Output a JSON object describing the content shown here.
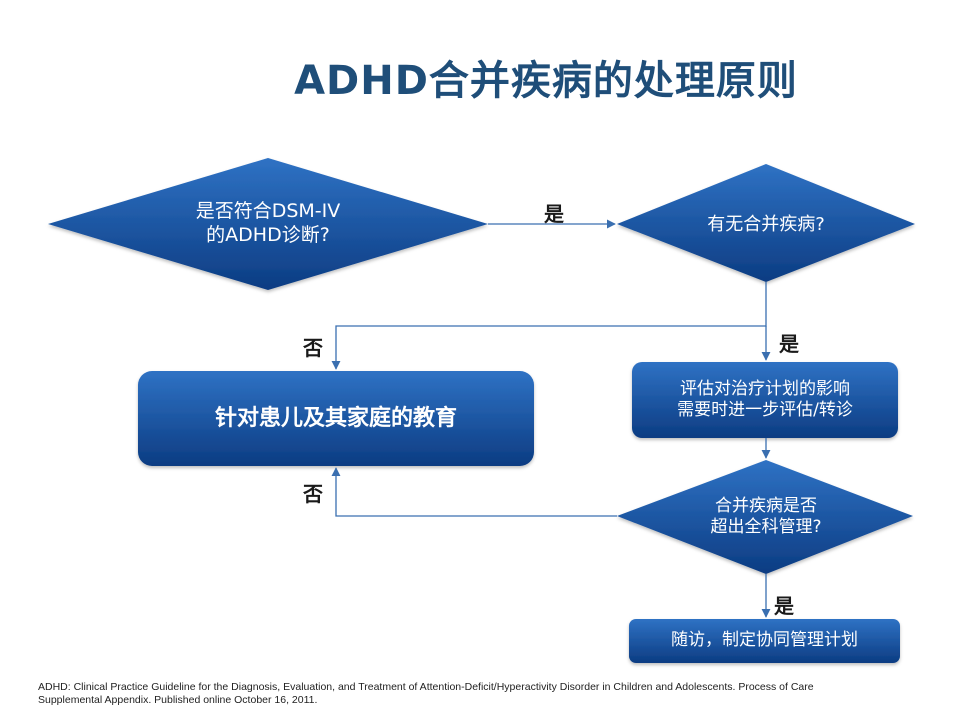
{
  "title": "ADHD合并疾病的处理原则",
  "nodes": {
    "dsm_question": {
      "line1": "是否符合DSM-IV",
      "line2": "的ADHD诊断?"
    },
    "comorbidity_question": "有无合并疾病?",
    "education": "针对患儿及其家庭的教育",
    "evaluate": {
      "line1": "评估对治疗计划的影响",
      "line2": "需要时进一步评估/转诊"
    },
    "beyond_scope_question": {
      "line1": "合并疾病是否",
      "line2": "超出全科管理?"
    },
    "followup": "随访，制定协同管理计划"
  },
  "edges": {
    "dsm_yes": "是",
    "comorbidity_no": "否",
    "comorbidity_yes": "是",
    "scope_no": "否",
    "scope_yes": "是"
  },
  "footnote": {
    "line1": "ADHD: Clinical Practice Guideline for the Diagnosis, Evaluation, and Treatment of Attention-Deficit/Hyperactivity Disorder in Children and Adolescents. Process of Care",
    "line2": "Supplemental Appendix. Published online October 16, 2011."
  },
  "colors": {
    "title": "#1f4e79",
    "shape_top": "#2e6fc0",
    "shape_bottom": "#0d3f86",
    "connector": "#3a6fb0"
  }
}
